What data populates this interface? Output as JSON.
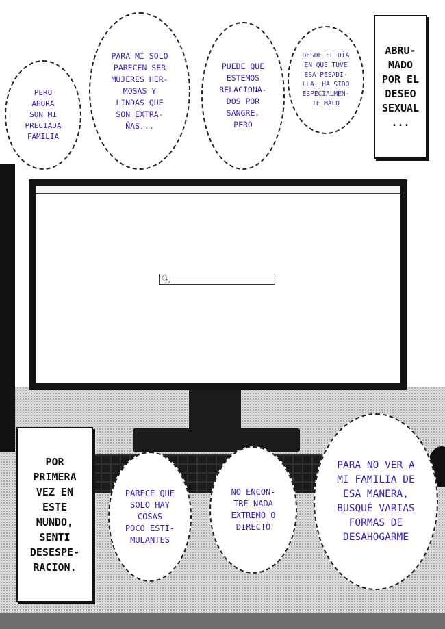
{
  "bubbles": {
    "b1": "PERO\nAHORA\nSON MI\nPRECIADA\nFAMILIA",
    "b2": "PARA MÍ SOLO\nPARECEN SER\nMUJERES HER-\nMOSAS Y\nLINDAS QUE\nSON EXTRA-\nÑAS...",
    "b3": "PUEDE QUE\nESTEMOS\nRELACIONA-\nDOS POR\nSANGRE,\nPERO",
    "b4": "DESDE EL DÍA\nEN QUE TUVE\nESA PESADI-\nLLA, HA SIDO\nESPECIALMEN-\nTE MALO",
    "b5": "PARECE QUE\nSOLO HAY\nCOSAS\nPOCO ESTI-\nMULANTES",
    "b6": "NO ENCON-\nTRÉ NADA\nEXTREMO O\nDIRECTO",
    "b7": "PARA NO VER A\nMI FAMILIA DE\nESA MANERA,\nBUSQUÉ VARIAS\nFORMAS DE\nDESAHOGARME"
  },
  "boxes": {
    "top_right": "ABRU-\nMADO\nPOR EL\nDESEO\nSEXUAL\n...",
    "bottom_left": "POR\nPRIMERA\nVEZ EN\nESTE\nMUNDO,\nSENTI\nDESESPE-\nRACION."
  },
  "search": {
    "icon": "magnifier-icon",
    "value": ""
  },
  "colors": {
    "bubble_text": "#3b1fb3",
    "ink": "#111111",
    "desk": "#d9d9d9"
  }
}
